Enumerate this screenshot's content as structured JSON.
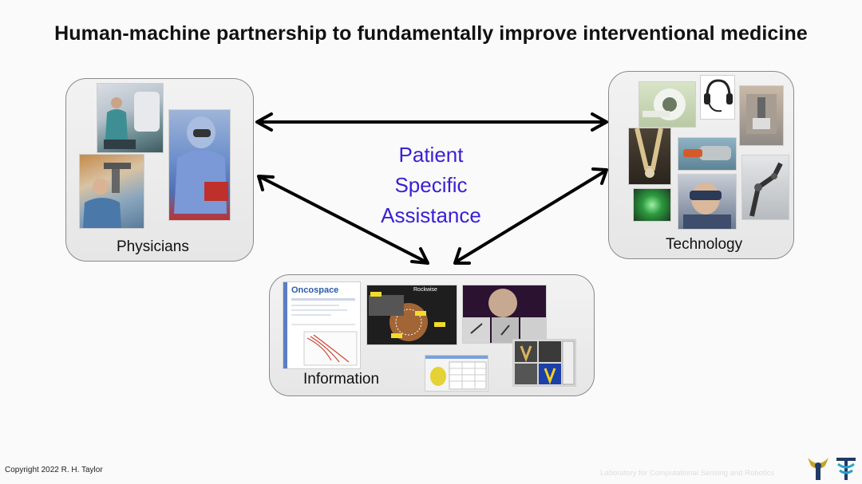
{
  "slide": {
    "title": "Human-machine partnership to fundamentally improve interventional medicine",
    "center_lines": [
      "Patient",
      "Specific",
      "Assistance"
    ],
    "accent_color": "#3a1fd6"
  },
  "nodes": {
    "physicians": {
      "label": "Physicians"
    },
    "technology": {
      "label": "Technology"
    },
    "information": {
      "label": "Information",
      "screen_title": "Oncospace",
      "panel_caption": "Rockwise"
    }
  },
  "footer": {
    "copyright": "Copyright 2022 R. H. Taylor",
    "lab": "Laboratory for Computational Sensing and Robotics"
  },
  "icons": [
    "lcsr-logo-icon",
    "hopkins-logo-icon"
  ]
}
